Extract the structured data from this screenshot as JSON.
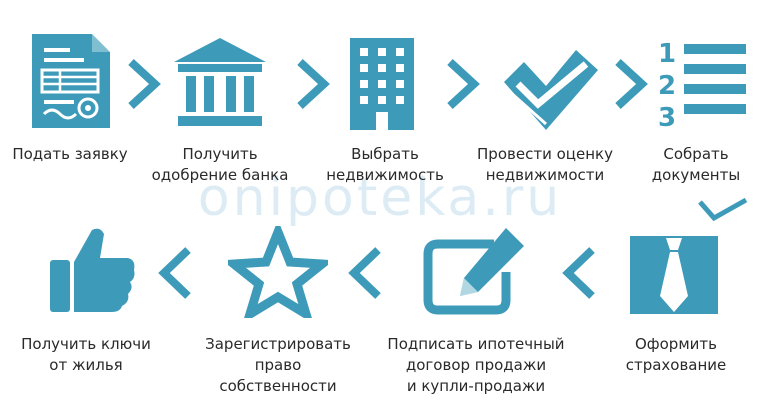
{
  "watermark": "onipoteka.ru",
  "colors": {
    "accent": "#3d9bb9",
    "text": "#2a2a2a",
    "watermark": "#d2e6f1"
  },
  "steps": [
    {
      "icon": "document-form-icon",
      "label_lines": [
        "Подать заявку"
      ]
    },
    {
      "icon": "bank-building-icon",
      "label_lines": [
        "Получить",
        "одобрение банка"
      ]
    },
    {
      "icon": "office-building-icon",
      "label_lines": [
        "Выбрать",
        "недвижимость"
      ]
    },
    {
      "icon": "double-check-icon",
      "label_lines": [
        "Провести оценку",
        "недвижимости"
      ]
    },
    {
      "icon": "numbered-list-icon",
      "label_lines": [
        "Собрать",
        "документы"
      ]
    },
    {
      "icon": "shirt-tie-icon",
      "label_lines": [
        "Оформить",
        "страхование"
      ]
    },
    {
      "icon": "edit-pencil-icon",
      "label_lines": [
        "Подписать ипотечный",
        "договор продажи",
        "и купли-продажи"
      ]
    },
    {
      "icon": "star-icon",
      "label_lines": [
        "Зарегистрировать",
        "право",
        "собственности"
      ]
    },
    {
      "icon": "thumbs-up-icon",
      "label_lines": [
        "Получить ключи",
        "от жилья"
      ]
    }
  ]
}
